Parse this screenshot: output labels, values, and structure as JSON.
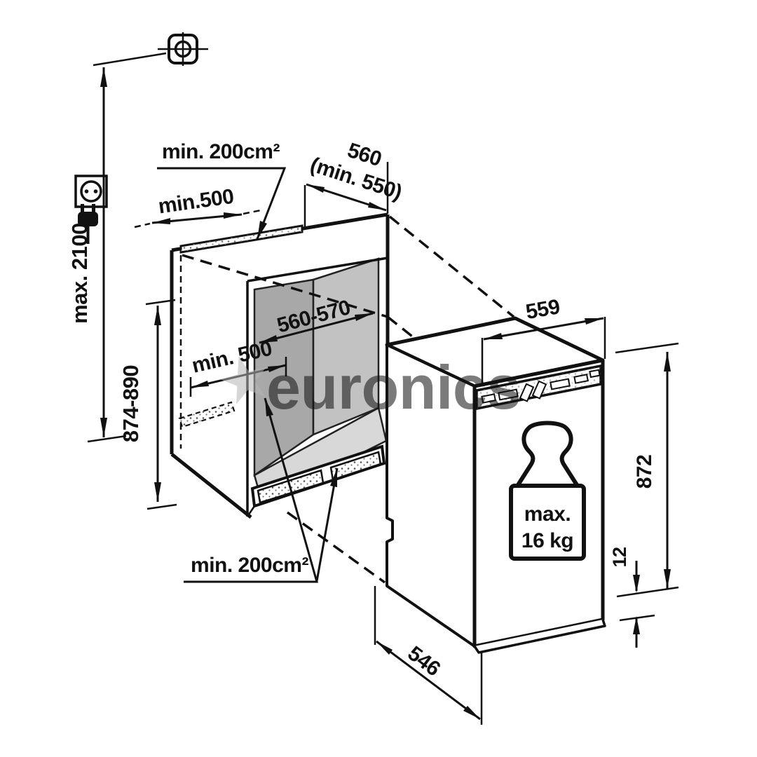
{
  "diagram": {
    "kind": "built-in refrigerator installation dimension drawing",
    "watermark": {
      "text": "euronics",
      "icon": "star",
      "color": "#c9c9c9"
    },
    "dimensions": {
      "max_total_height": "max. 2100",
      "niche_height": "874-890",
      "top_vent_area": "min. 200cm²",
      "bottom_vent_area": "min. 200cm²",
      "niche_depth": "560",
      "niche_depth_min": "(min. 550)",
      "top_clearance": "min.500",
      "niche_width": "560-570",
      "inner_clearance": "min. 500",
      "appliance_width": "559",
      "appliance_height": "872",
      "base_recess_height": "12",
      "appliance_depth": "546"
    },
    "weight_badge": {
      "line1": "max.",
      "line2": "16 kg"
    },
    "icons": [
      "position-mark-icon",
      "power-socket-icon",
      "power-plug-icon",
      "weight-icon",
      "star-icon"
    ],
    "colors": {
      "line": "#111111",
      "niche_back_wall": "#a8a8a8",
      "niche_side_wall": "#c2c2c2",
      "niche_floor": "#d8d8d8",
      "watermark": "#c9c9c9",
      "background": "#ffffff"
    }
  }
}
